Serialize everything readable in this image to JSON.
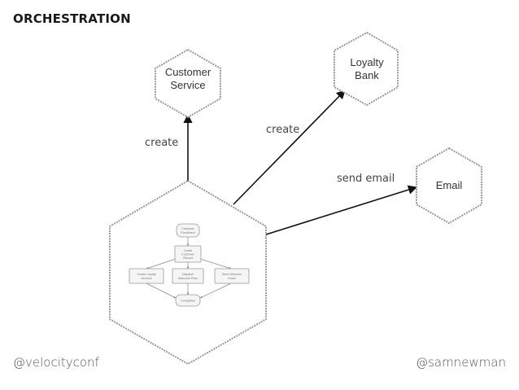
{
  "title": "ORCHESTRATION",
  "footer": {
    "left": "@velocityconf",
    "right": "@samnewman"
  },
  "services": {
    "customer": [
      "Customer",
      "Service"
    ],
    "loyalty": [
      "Loyalty",
      "Bank"
    ],
    "email": [
      "Email"
    ]
  },
  "edges": {
    "to_customer": "create",
    "to_loyalty": "create",
    "to_email": "send email"
  },
  "flowchart": {
    "start": [
      "Customer",
      "Enrollment"
    ],
    "create": [
      "Create",
      "Customer",
      "Record"
    ],
    "loyalty": [
      "Create Loyalty",
      "Account"
    ],
    "welcome_pack": [
      "Dispatch",
      "Welcome Pack"
    ],
    "welcome_email": [
      "Send Welcome",
      "Email"
    ],
    "completed": [
      "Completed"
    ]
  }
}
